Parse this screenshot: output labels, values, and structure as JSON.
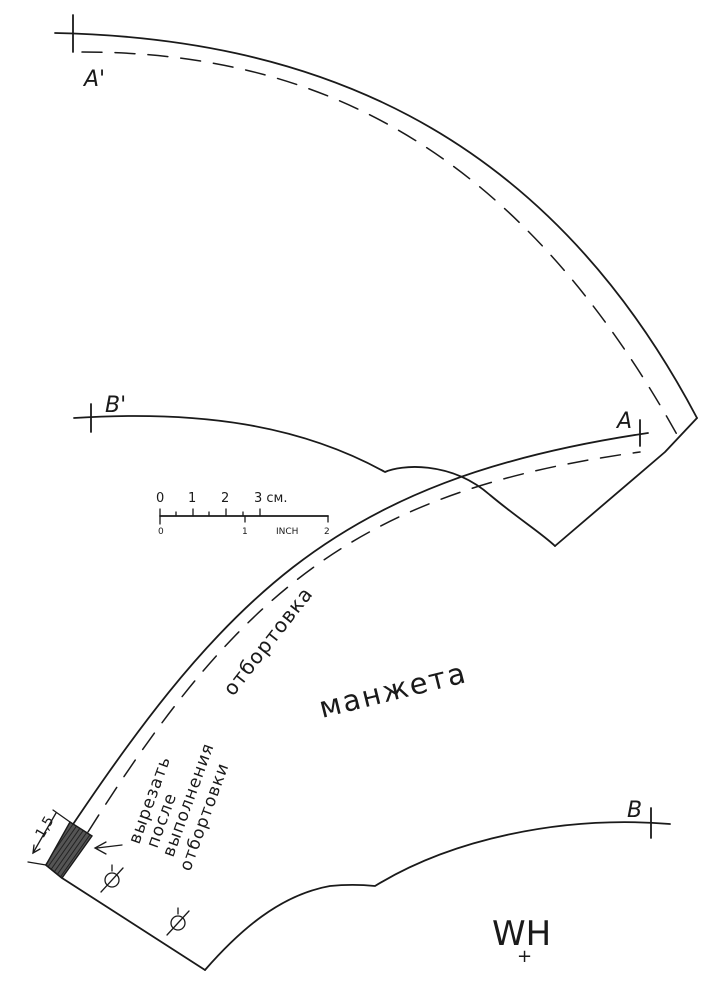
{
  "points": {
    "a_prime": "A'",
    "b_prime": "B'",
    "a": "A",
    "b": "B"
  },
  "piece_label": "манжета",
  "facing_label": "отбортовка",
  "cut_note": [
    "вырезать",
    "после",
    "выполнения",
    "отбортовки"
  ],
  "seam_allowance": "1,5",
  "scale": {
    "cm_ticks": [
      "0",
      "1",
      "2",
      "3 см."
    ],
    "inch_ticks": [
      "0",
      "1",
      "INCH",
      "2"
    ]
  },
  "logo": {
    "letters": "WH",
    "mark": "+"
  }
}
